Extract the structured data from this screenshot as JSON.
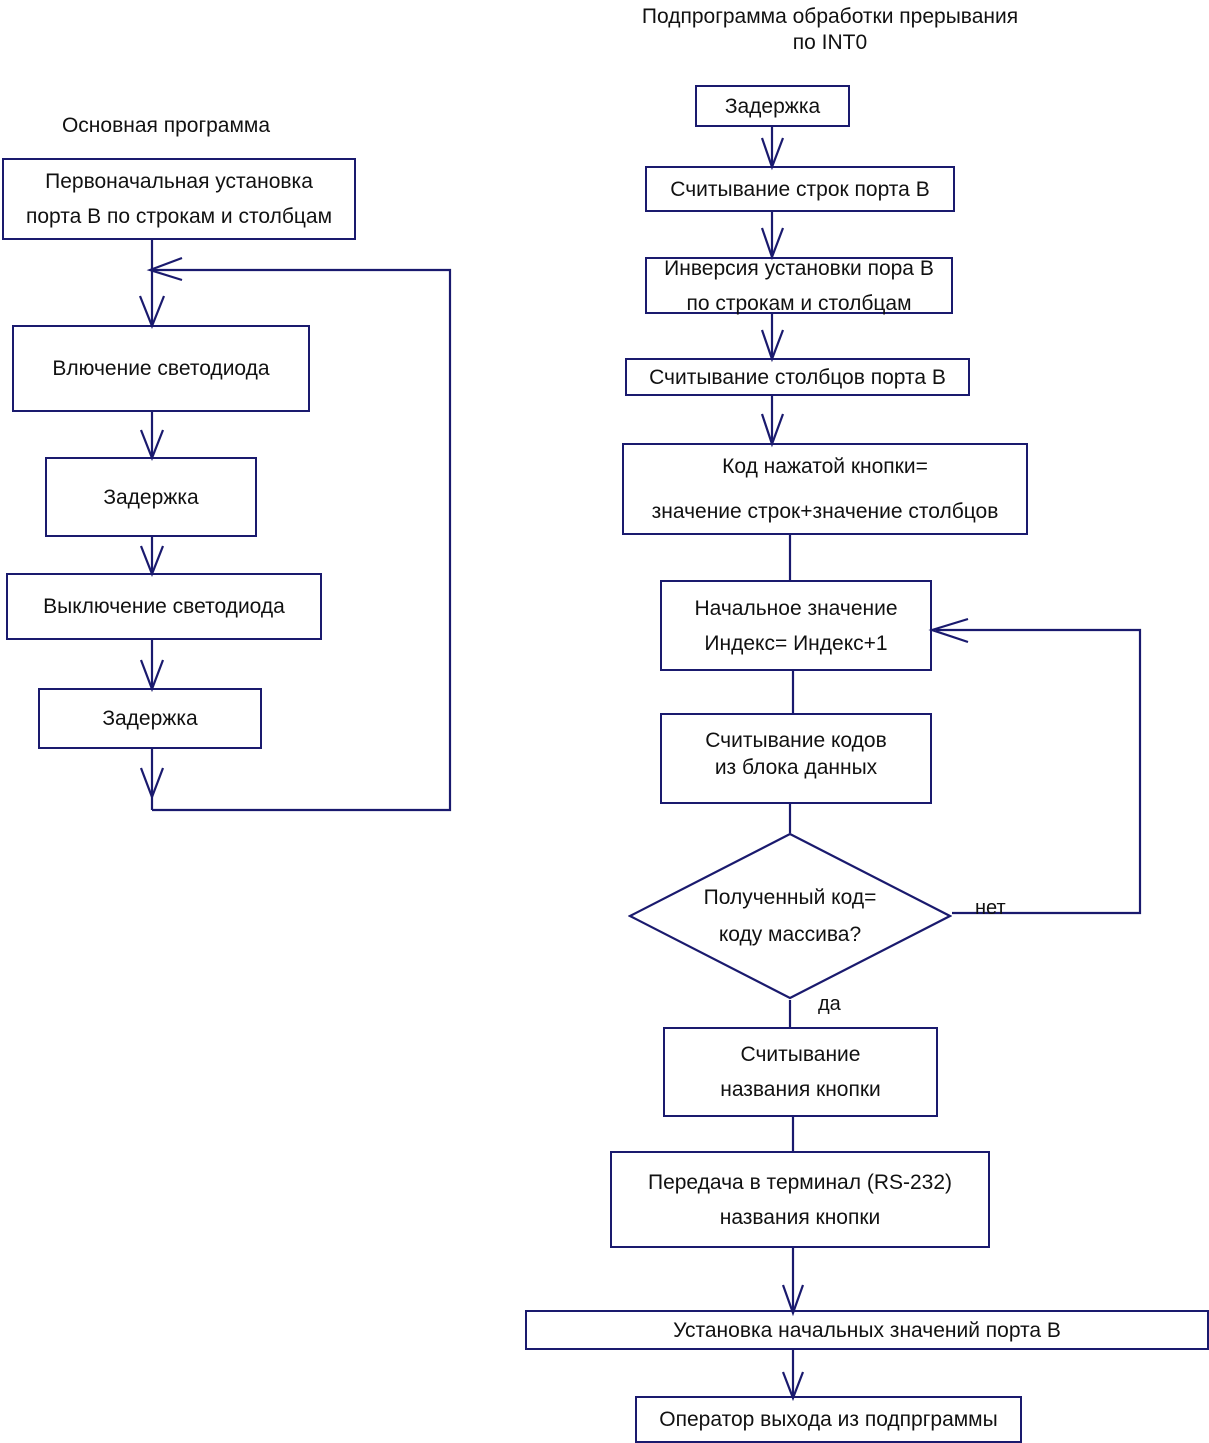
{
  "diagram": {
    "type": "flowchart",
    "language": "ru",
    "line_color": "#1a1a6e",
    "text_color": "#111111",
    "background": "#ffffff"
  },
  "titles": {
    "main_program": "Основная  программа",
    "interrupt_routine": "Подпрограмма обработки прерывания\nпо INT0"
  },
  "main_program": {
    "nodes": [
      {
        "id": "init-port-b",
        "shape": "process",
        "lines": [
          "Первоначальная установка",
          "порта В по строкам и столбцам"
        ]
      },
      {
        "id": "led-on",
        "shape": "process",
        "lines": [
          "Влючение светодиода"
        ]
      },
      {
        "id": "delay-1",
        "shape": "process",
        "lines": [
          "Задержка"
        ]
      },
      {
        "id": "led-off",
        "shape": "process",
        "lines": [
          "Выключение  светодиода"
        ]
      },
      {
        "id": "delay-2",
        "shape": "process",
        "lines": [
          "Задержка"
        ]
      }
    ]
  },
  "interrupt_routine": {
    "nodes": [
      {
        "id": "isr-delay",
        "shape": "process",
        "lines": [
          "Задержка"
        ]
      },
      {
        "id": "read-rows",
        "shape": "process",
        "lines": [
          "Считывание строк порта В"
        ]
      },
      {
        "id": "invert-setup",
        "shape": "process",
        "lines": [
          "Инверсия установки пора В",
          "по строкам и столбцам"
        ]
      },
      {
        "id": "read-cols",
        "shape": "process",
        "lines": [
          "Считывание столбцов порта В"
        ]
      },
      {
        "id": "key-code",
        "shape": "process",
        "lines": [
          "Код нажатой кнопки=",
          "значение строк+значение столбцов"
        ]
      },
      {
        "id": "index-init",
        "shape": "process",
        "lines": [
          "Начальное значение",
          "Индекс= Индекс+1"
        ]
      },
      {
        "id": "read-codes",
        "shape": "process",
        "lines": [
          "Считывание кодов",
          "из блока данных"
        ]
      },
      {
        "id": "compare-code",
        "shape": "decision",
        "lines": [
          "Полученный код=",
          "коду массива?"
        ]
      },
      {
        "id": "read-key-name",
        "shape": "process",
        "lines": [
          "Считывание",
          "названия кнопки"
        ]
      },
      {
        "id": "send-terminal",
        "shape": "process",
        "lines": [
          "Передача  в  терминал (RS-232)",
          "названия кнопки"
        ]
      },
      {
        "id": "restore-port-b",
        "shape": "process",
        "lines": [
          "Установка начальных  значений порта В"
        ]
      },
      {
        "id": "return-op",
        "shape": "process",
        "lines": [
          "Оператор выхода из подпрграммы"
        ]
      }
    ],
    "edge_labels": {
      "no": "нет",
      "yes": "да"
    }
  }
}
